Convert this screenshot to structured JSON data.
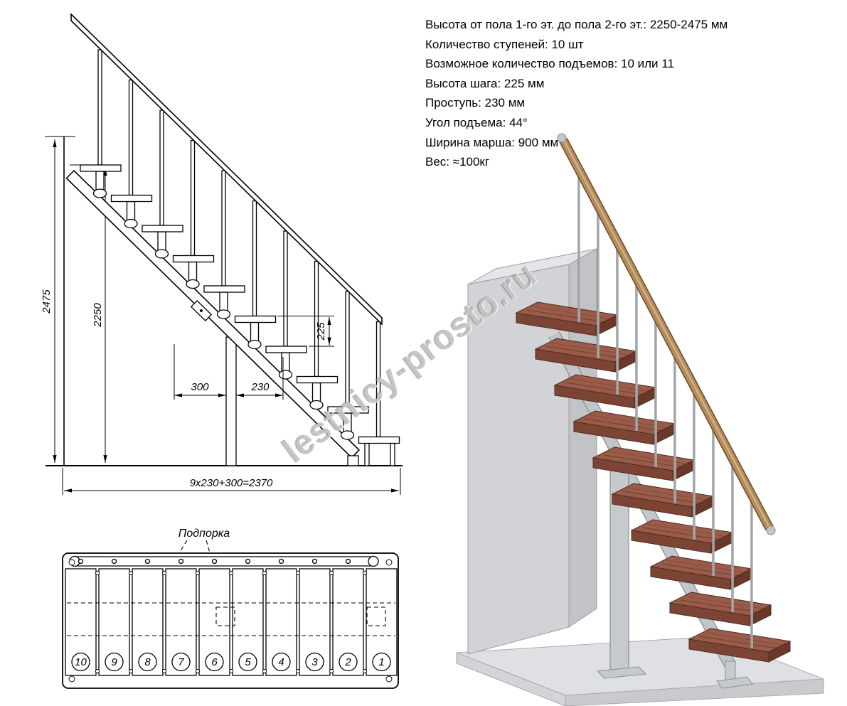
{
  "specs": {
    "lines": [
      "Высота от пола 1-го эт. до пола 2-го эт.: 2250-2475 мм",
      "Количество ступеней: 10 шт",
      "Возможное количество подъемов: 10 или 11",
      "Высота шага: 225 мм",
      "Проступь: 230 мм",
      "Угол подъема: 44°",
      "Ширина марша: 900 мм",
      "Вес: ≈100кг"
    ]
  },
  "elevation": {
    "dim_total_height": "2475",
    "dim_floor_to_floor": "2250",
    "dim_step_height": "225",
    "dim_support_offset": "300",
    "dim_tread_depth": "230",
    "dim_total_run": "9x230+300=2370"
  },
  "plan": {
    "support_label": "Подпорка",
    "step_numbers": [
      "10",
      "9",
      "8",
      "7",
      "6",
      "5",
      "4",
      "3",
      "2",
      "1"
    ]
  },
  "watermark": {
    "text": "lestnicy-prosto.ru"
  },
  "colors": {
    "tread_top": "#9a5c49",
    "tread_front": "#7c4434",
    "rail_wood": "#b48c5c",
    "metal": "#c6c9cd",
    "wall": "#d2d3d7",
    "line": "#000000"
  }
}
